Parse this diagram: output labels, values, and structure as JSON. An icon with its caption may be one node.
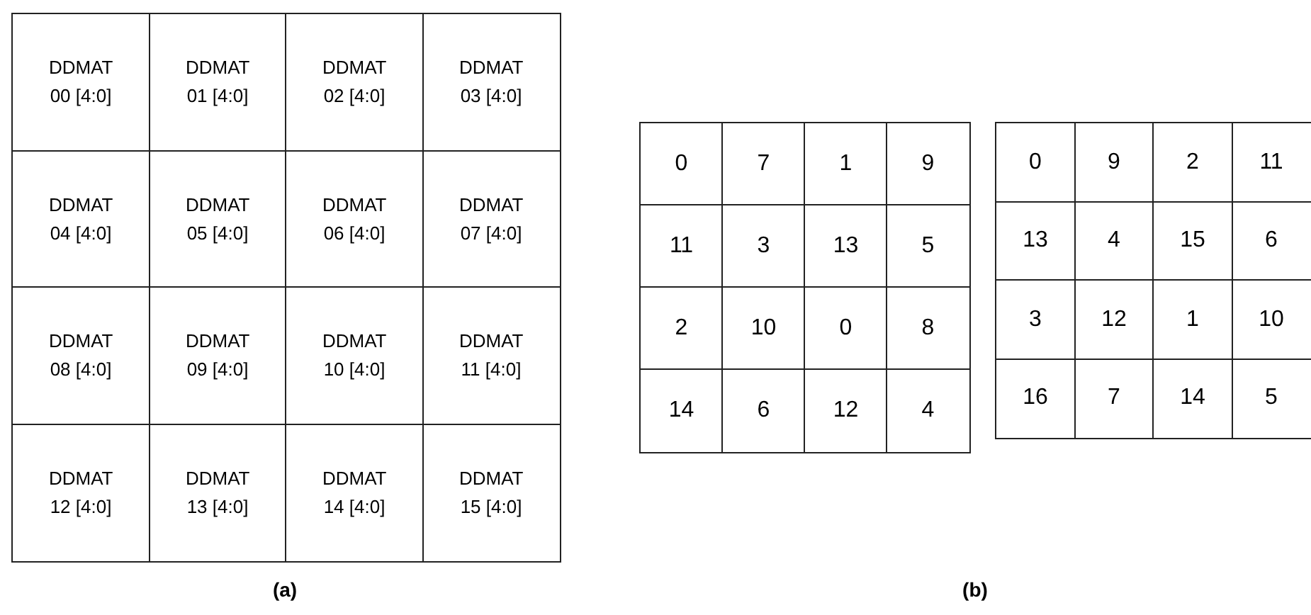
{
  "diagram": {
    "nodes": [
      {
        "text": [
          "DDMAT 00 [4:0]"
        ]
      },
      {
        "text": [
          "DDMAT 01 [4:0]"
        ]
      },
      {
        "text": [
          "DDMAT 02 [4:0]"
        ]
      },
      {
        "text": [
          "DDMAT 03 [4:0]"
        ]
      },
      {
        "text": [
          "DDMAT 04 [4:0]"
        ]
      },
      {
        "text": [
          "DDMAT 05 [4:0]"
        ]
      },
      {
        "text": [
          "DDMAT 06 [4:0]"
        ]
      },
      {
        "text": [
          "DDMAT 07 [4:0]"
        ]
      },
      {
        "text": [
          "DDMAT 08 [4:0]"
        ]
      },
      {
        "text": [
          "DDMAT 09 [4:0]"
        ]
      },
      {
        "text": [
          "DDMAT 10 [4:0]"
        ]
      },
      {
        "text": [
          "DDMAT 11 [4:0]"
        ]
      },
      {
        "text": [
          "DDMAT 12 [4:0]"
        ]
      },
      {
        "text": [
          "DDMAT 13 [4:0]"
        ]
      },
      {
        "text": [
          "DDMAT 14 [4:0]"
        ]
      },
      {
        "text": [
          "DDMAT 15 [4:0]"
        ]
      },
      {
        "text": [
          "0"
        ]
      },
      {
        "text": [
          "7"
        ]
      },
      {
        "text": [
          "1"
        ]
      },
      {
        "text": [
          "9"
        ]
      },
      {
        "text": [
          "11"
        ]
      },
      {
        "text": [
          "3"
        ]
      },
      {
        "text": [
          "13"
        ]
      },
      {
        "text": [
          "5"
        ]
      },
      {
        "text": [
          "2"
        ]
      },
      {
        "text": [
          "10"
        ]
      },
      {
        "text": [
          "0"
        ]
      },
      {
        "text": [
          "8"
        ]
      },
      {
        "text": [
          "14"
        ]
      },
      {
        "text": [
          "6"
        ]
      },
      {
        "text": [
          "12"
        ]
      },
      {
        "text": [
          "4"
        ]
      },
      {
        "text": [
          "0"
        ]
      },
      {
        "text": [
          "9"
        ]
      },
      {
        "text": [
          "2"
        ]
      },
      {
        "text": [
          "11"
        ]
      },
      {
        "text": [
          "13"
        ]
      },
      {
        "text": [
          "4"
        ]
      },
      {
        "text": [
          "15"
        ]
      },
      {
        "text": [
          "6"
        ]
      },
      {
        "text": [
          "3"
        ]
      },
      {
        "text": [
          "12"
        ]
      },
      {
        "text": [
          "1"
        ]
      },
      {
        "text": [
          "10"
        ]
      },
      {
        "text": [
          "16"
        ]
      },
      {
        "text": [
          "7"
        ]
      },
      {
        "text": [
          "14"
        ]
      },
      {
        "text": [
          "5"
        ]
      }
    ],
    "labels": [
      "(a)",
      "(b)"
    ]
  }
}
